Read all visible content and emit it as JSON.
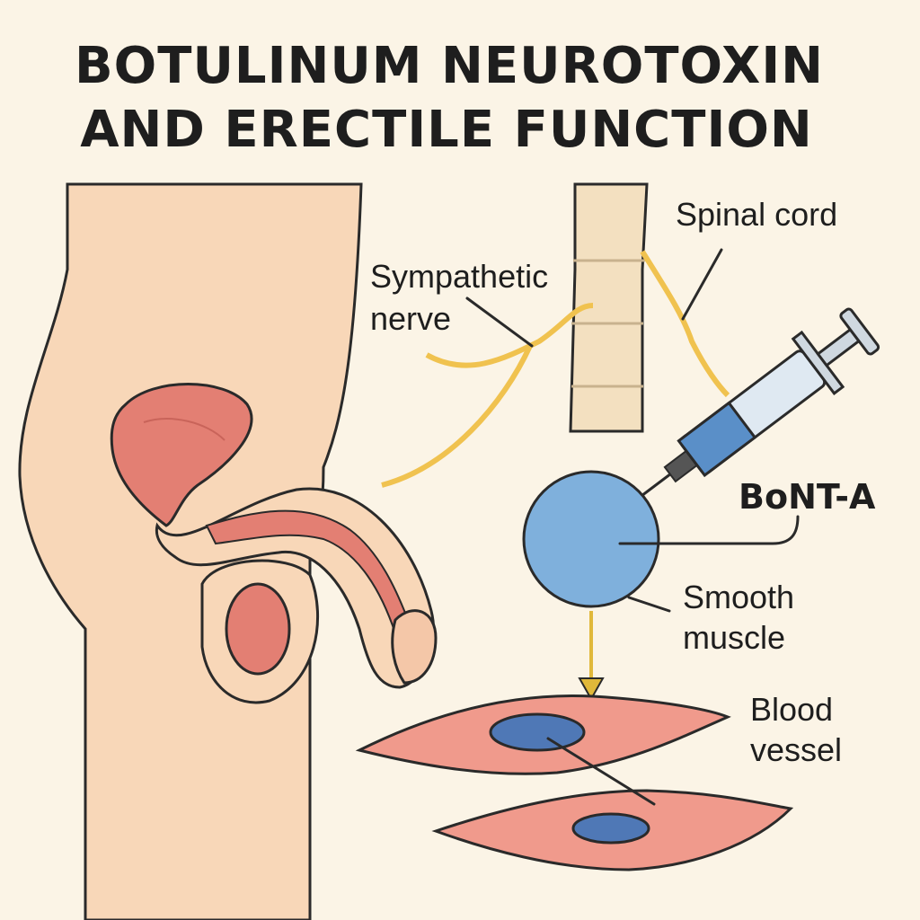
{
  "title": {
    "line1": "BOTULINUM NEUROTOXIN",
    "line2": "AND ERECTILE FUNCTION"
  },
  "labels": {
    "spinal_cord": "Spinal cord",
    "sympathetic_nerve": [
      "Sympathetic",
      "nerve"
    ],
    "bont_a": "BoNT-A",
    "smooth_muscle": [
      "Smooth",
      "muscle"
    ],
    "blood_vessel": [
      "Blood",
      "vessel"
    ]
  },
  "colors": {
    "background": "#fbf4e6",
    "skin": "#f8d7b8",
    "tissue": "#e37f73",
    "nerve": "#f0c24f",
    "muscle_cell": "#7fb0dc",
    "nucleus": "#4f78b6",
    "spine": "#f3e0c0"
  }
}
